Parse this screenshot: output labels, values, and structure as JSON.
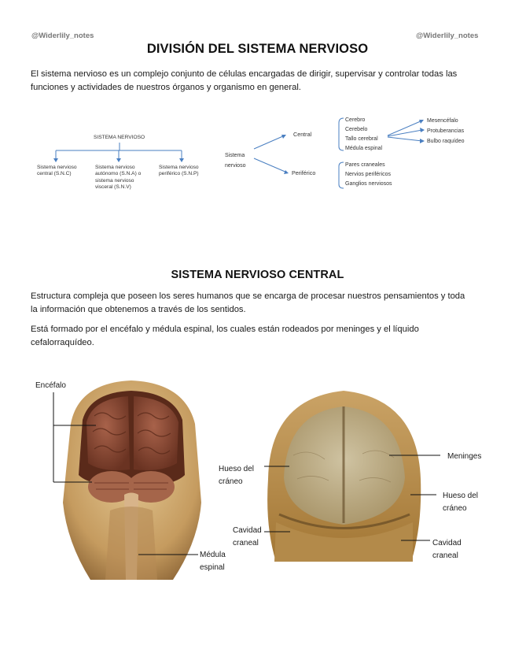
{
  "header": {
    "watermark_left": "@Widerlily_notes",
    "watermark_right": "@Widerlily_notes"
  },
  "section1": {
    "title": "DIVISIÓN DEL SISTEMA NERVIOSO",
    "intro_line1": "El sistema nervioso es un complejo conjunto de células encargadas de dirigir, supervisar y controlar todas las",
    "intro_line2": "funciones y actividades de nuestros órganos y organismo en general."
  },
  "diagram_left": {
    "root": "SISTEMA NERVIOSO",
    "children": [
      {
        "line1": "Sistema nervioso",
        "line2": "central (S.N.C)",
        "line3": "",
        "line4": ""
      },
      {
        "line1": "Sistema nervioso",
        "line2": "autónomo (S.N.A) o",
        "line3": "sistema nervioso",
        "line4": "visceral (S.N.V)"
      },
      {
        "line1": "Sistema nervioso",
        "line2": "periférico (S.N.P)",
        "line3": "",
        "line4": ""
      }
    ]
  },
  "diagram_right": {
    "root_line1": "Sistema",
    "root_line2": "nervioso",
    "central": "Central",
    "periferico": "Periférico",
    "central_items": [
      "Cerebro",
      "Cerebelo",
      "Tallo cerebral",
      "Médula espinal"
    ],
    "tallo_items": [
      "Mesencéfalo",
      "Protuberancias",
      "Bulbo raquídeo"
    ],
    "periferico_items": [
      "Pares craneales",
      "Nervios periféricos",
      "Ganglios nerviosos"
    ]
  },
  "section2": {
    "title": "SISTEMA NERVIOSO CENTRAL",
    "p1_line1": "Estructura compleja que poseen los seres humanos que se encarga de procesar nuestros pensamientos y toda",
    "p1_line2": "la información que obtenemos a través de los sentidos.",
    "p2_line1": "Está formado por el encéfalo y médula espinal, los cuales están rodeados por meninges y el líquido",
    "p2_line2": "cefalorraquídeo."
  },
  "figure_left": {
    "label_encefalo": "Encéfalo",
    "label_medula_1": "Médula",
    "label_medula_2": "espinal"
  },
  "figure_right": {
    "label_hueso_left_1": "Hueso del",
    "label_hueso_left_2": "cráneo",
    "label_cavidad_left_1": "Cavidad",
    "label_cavidad_left_2": "craneal",
    "label_meninges": "Meninges",
    "label_hueso_right_1": "Hueso del",
    "label_hueso_right_2": "cráneo",
    "label_cavidad_right_1": "Cavidad",
    "label_cavidad_right_2": "craneal"
  },
  "colors": {
    "arrow_blue": "#4a7fc1",
    "bone": "#c9a56a",
    "brain": "#8a4a32",
    "meninges": "#c9b895"
  }
}
